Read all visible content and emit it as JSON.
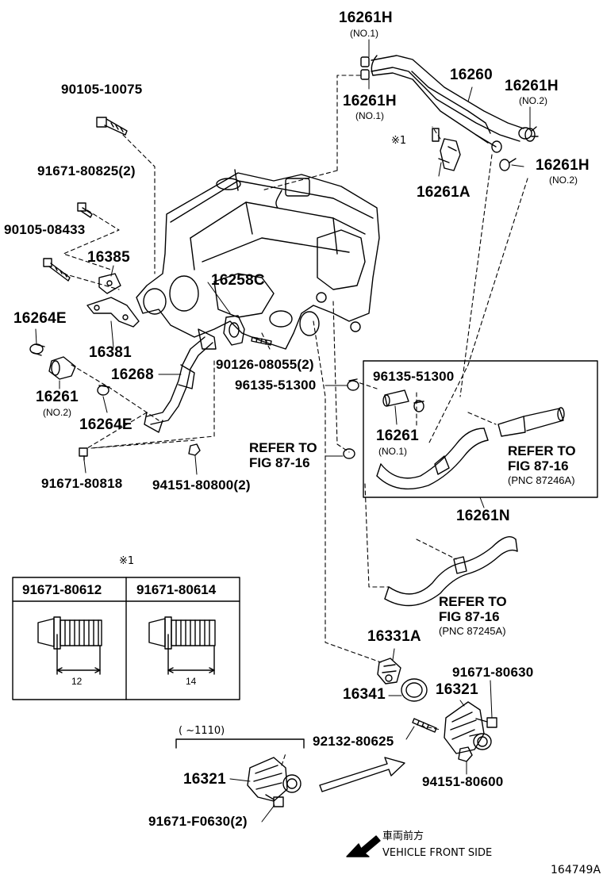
{
  "diagram_id": "164749A",
  "parts": {
    "p16261H_top": "16261H",
    "p16261H_top_sub": "(NO.1)",
    "p16261H_mid": "16261H",
    "p16261H_mid_sub": "(NO.1)",
    "p16260": "16260",
    "p16261H_right": "16261H",
    "p16261H_right_sub": "(NO.2)",
    "p16261H_right2": "16261H",
    "p16261H_right2_sub": "(NO.2)",
    "p16261A": "16261A",
    "p90105_10075": "90105-10075",
    "p91671_80825": "91671-80825(2)",
    "p90105_08433": "90105-08433",
    "p16385": "16385",
    "p16258C": "16258C",
    "p16264E_top": "16264E",
    "p16381": "16381",
    "p16268": "16268",
    "p16261_left": "16261",
    "p16261_left_sub": "(NO.2)",
    "p16264E_bot": "16264E",
    "p90126_08055": "90126-08055(2)",
    "p96135_51300_a": "96135-51300",
    "p96135_51300_b": "96135-51300",
    "p16261_box": "16261",
    "p16261_box_sub": "(NO.1)",
    "p91671_80818": "91671-80818",
    "p94151_80800": "94151-80800(2)",
    "p16261N": "16261N",
    "p16331A": "16331A",
    "p16341": "16341",
    "p16321_right": "16321",
    "p91671_80630": "91671-80630",
    "p92132_80625": "92132-80625",
    "p94151_80600": "94151-80600",
    "p16321_left": "16321",
    "p91671_F0630": "91671-F0630(2)"
  },
  "refs": {
    "left_line1": "REFER TO",
    "left_line2": "FIG 87-16",
    "right_line1": "REFER TO",
    "right_line2": "FIG 87-16",
    "right_pnc": "(PNC 87246A)",
    "bottom_line1": "REFER TO",
    "bottom_line2": "FIG 87-16",
    "bottom_pnc": "(PNC 87245A)"
  },
  "notes": {
    "kome_top": "※1",
    "kome_table": "※1",
    "date_range": "(     ~1110)",
    "front_jp": "車両前方",
    "front_en": "VEHICLE FRONT SIDE"
  },
  "bolt_table": {
    "col1": "91671-80612",
    "col2": "91671-80614",
    "dim1": "12",
    "dim2": "14"
  }
}
